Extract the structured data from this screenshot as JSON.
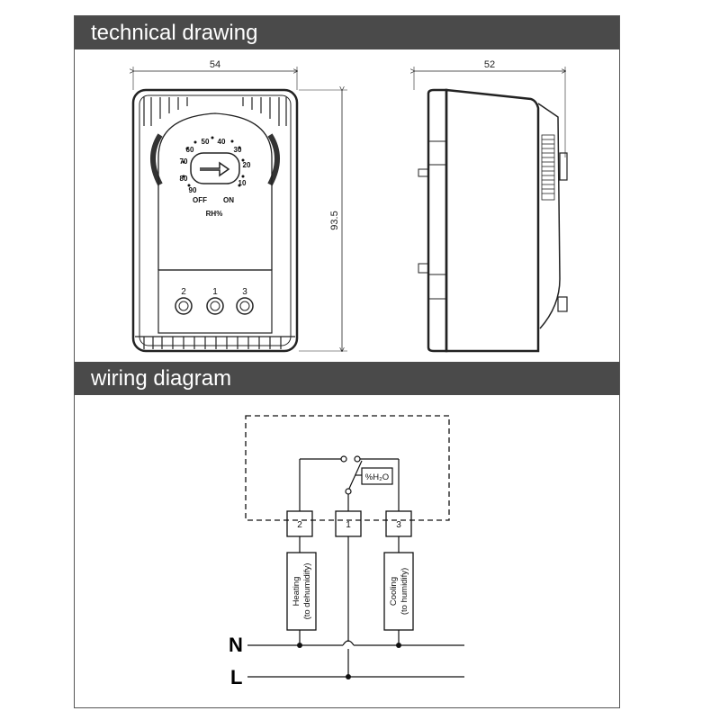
{
  "sections": {
    "technical": "technical drawing",
    "wiring": "wiring diagram"
  },
  "dimensions": {
    "width": "54",
    "depth": "52",
    "height": "93.5"
  },
  "dial": {
    "scale": [
      "50",
      "40",
      "60",
      "30",
      "70",
      "20",
      "80",
      "10",
      "90"
    ],
    "off": "OFF",
    "on": "ON",
    "unit": "RH%"
  },
  "terminals": [
    "2",
    "1",
    "3"
  ],
  "wiring": {
    "sensor": "%H₂O",
    "heating": [
      "Heating",
      "(to dehumidify)"
    ],
    "cooling": [
      "Cooling",
      "(to humidify)"
    ],
    "neutral": "N",
    "live": "L"
  }
}
